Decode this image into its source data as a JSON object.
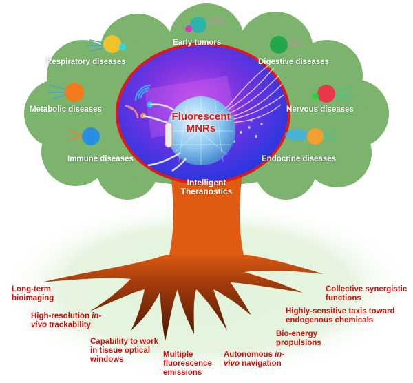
{
  "diagram": {
    "center": {
      "line1": "Fluorescent",
      "line2": "MNRs"
    },
    "trunk": {
      "line1": "Intelligent",
      "line2": "Theranostics"
    },
    "canopy_diseases": [
      {
        "label": "Early tumors",
        "robot_color": "#2ab5a8"
      },
      {
        "label": "Respiratory diseases",
        "robot_color": "#f2c22a"
      },
      {
        "label": "Digestive diseases",
        "robot_color": "#22a84a"
      },
      {
        "label": "Metabolic diseases",
        "robot_color": "#f07a1c"
      },
      {
        "label": "Nervous diseases",
        "robot_color": "#e8384a"
      },
      {
        "label": "Immune diseases",
        "robot_color": "#2a8ee0"
      },
      {
        "label": "Endocrine diseases",
        "robot_color": "#f0a030"
      }
    ],
    "roots": [
      {
        "parts": [
          {
            "text": "Long-term"
          },
          {
            "text": "bioimaging"
          }
        ]
      },
      {
        "line1": "High-resolution ",
        "line1_italic": "in-",
        "line2_italic": "vivo",
        "line2": " trackability"
      },
      {
        "parts": [
          {
            "text": "Capability to work"
          },
          {
            "text": "in tissue optical"
          },
          {
            "text": "windows"
          }
        ]
      },
      {
        "parts": [
          {
            "text": "Multiple"
          },
          {
            "text": "fluorescence"
          },
          {
            "text": "emissions"
          }
        ]
      },
      {
        "line1": "Autonomous ",
        "line1_italic": "in-",
        "line2_italic": "vivo",
        "line2": " navigation"
      },
      {
        "parts": [
          {
            "text": "Bio-energy"
          },
          {
            "text": "propulsions"
          }
        ]
      },
      {
        "parts": [
          {
            "text": "Highly-sensitive taxis toward"
          },
          {
            "text": "endogenous chemicals"
          }
        ]
      },
      {
        "parts": [
          {
            "text": "Collective synergistic"
          },
          {
            "text": "functions"
          }
        ]
      }
    ],
    "colors": {
      "canopy": "#7cb46e",
      "trunk": "#e05a10",
      "root_dark": "#6a2208",
      "root_text": "#cc1010",
      "center_ring": "#e01818",
      "center_fill": "#5a2ad8",
      "ground_glow": "#d8efd0"
    }
  }
}
